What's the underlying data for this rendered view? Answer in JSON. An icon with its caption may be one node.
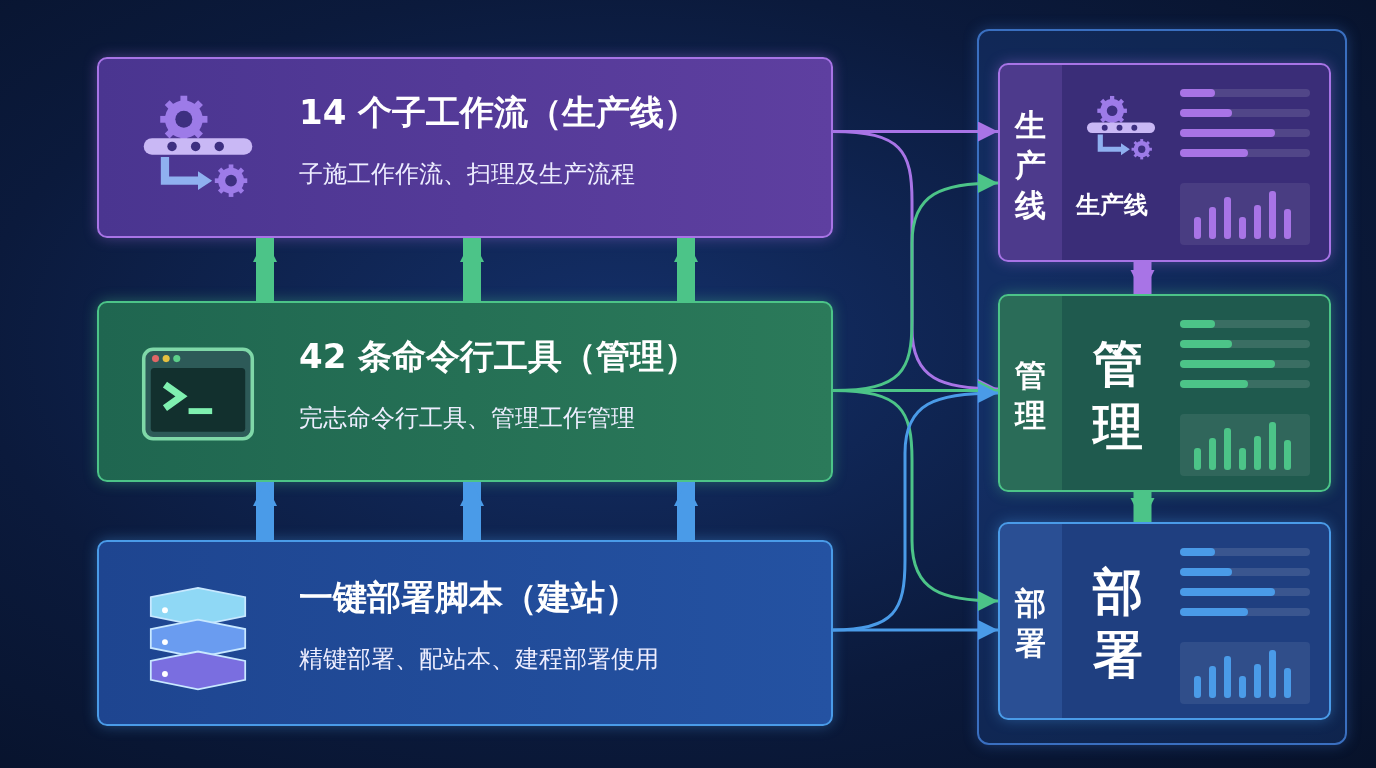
{
  "diagram": {
    "nodes": [
      {
        "text": [
          "14 个子工作流（生产线）",
          "子施工作作流、扫理及生产流程"
        ]
      },
      {
        "text": [
          "42 条命令行工具（管理）",
          "完志命令行工具、管理工作管理"
        ]
      },
      {
        "text": [
          "一键部署脚本（建站）",
          "精键部署、配站本、建程部署使用"
        ]
      },
      {
        "text": [],
        "shape": "box"
      },
      {
        "text": [
          "生产线",
          "生产线"
        ],
        "in": 3
      },
      {
        "text": [
          "管理",
          "管理"
        ],
        "in": 3
      },
      {
        "text": [
          "部署",
          "部署"
        ],
        "in": 3
      }
    ],
    "edges": [
      {
        "from": 1,
        "to": 0,
        "arrow": "to",
        "color": "#4cc488"
      },
      {
        "from": 1,
        "to": 0,
        "arrow": "to",
        "color": "#4cc488"
      },
      {
        "from": 1,
        "to": 0,
        "arrow": "to",
        "color": "#4cc488"
      },
      {
        "from": 2,
        "to": 1,
        "arrow": "to",
        "color": "#4a9be8"
      },
      {
        "from": 2,
        "to": 1,
        "arrow": "to",
        "color": "#4a9be8"
      },
      {
        "from": 2,
        "to": 1,
        "arrow": "to",
        "color": "#4a9be8"
      },
      {
        "from": 0,
        "to": 4,
        "arrow": "to",
        "color": "#a874e6"
      },
      {
        "from": 0,
        "to": 5,
        "arrow": "to",
        "color": "#a874e6"
      },
      {
        "from": 1,
        "to": 4,
        "arrow": "to"
      },
      {
        "from": 1,
        "to": 5,
        "arrow": "to"
      },
      {
        "from": 1,
        "to": 6,
        "arrow": "to"
      },
      {
        "from": 2,
        "to": 5,
        "arrow": "to",
        "color": "#4a9be8"
      },
      {
        "from": 2,
        "to": 6,
        "arrow": "to",
        "color": "#4a9be8"
      },
      {
        "from": 4,
        "to": 5,
        "arrow": "to",
        "color": "#a874e6"
      },
      {
        "from": 5,
        "to": 6,
        "arrow": "to"
      }
    ]
  }
}
